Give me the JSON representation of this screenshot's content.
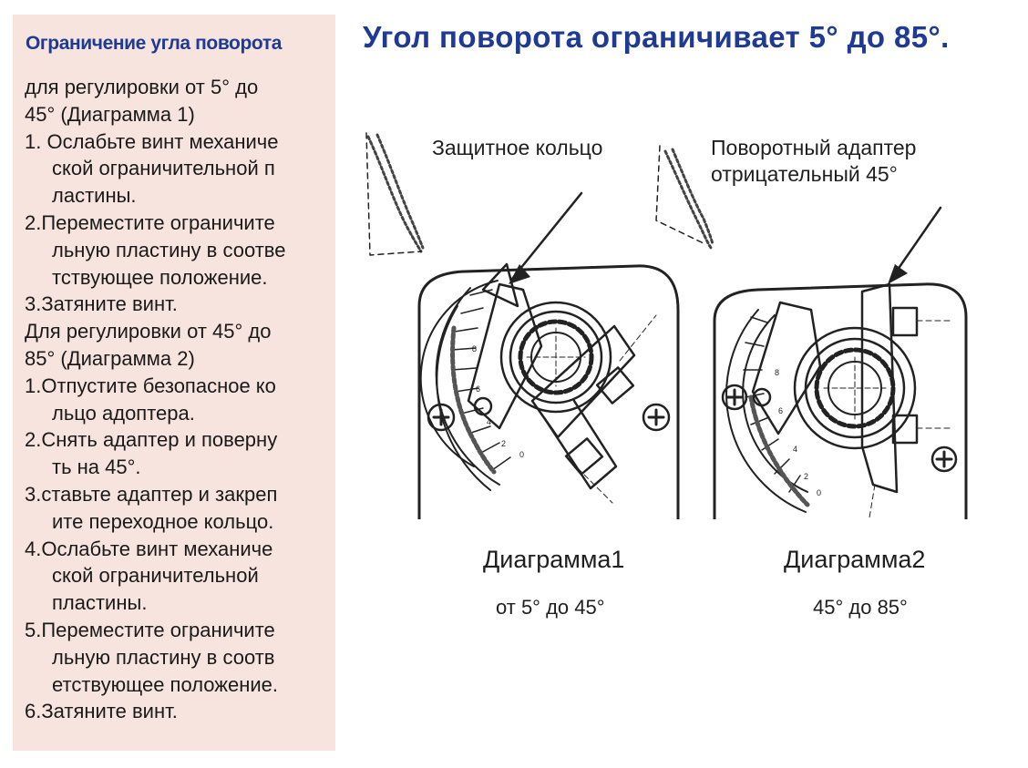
{
  "colors": {
    "title": "#1f3a93",
    "panel_bg": "#f7e4df",
    "text": "#1a1a1a"
  },
  "main_title": "Угол поворота ограничивает 5° до 85°.",
  "panel": {
    "title": "Ограничение угла поворота",
    "lines": [
      {
        "text": "для регулировки от 5° до",
        "indent": false
      },
      {
        "text": "45°  (Диаграмма 1)",
        "indent": false
      },
      {
        "text": "1. Ослабьте винт механиче",
        "indent": false
      },
      {
        "text": "ской ограничительной п",
        "indent": true
      },
      {
        "text": "ластины.",
        "indent": true
      },
      {
        "text": "2.Переместите ограничите",
        "indent": false
      },
      {
        "text": "льную пластину в соотве",
        "indent": true
      },
      {
        "text": "тствующее положение.",
        "indent": true
      },
      {
        "text": "3.Затяните винт.",
        "indent": false
      },
      {
        "text": "Для регулировки от 45° до",
        "indent": false
      },
      {
        "text": " 85°  (Диаграмма 2)",
        "indent": false
      },
      {
        "text": "1.Отпустите безопасное ко",
        "indent": false
      },
      {
        "text": "льцо адоптера.",
        "indent": true
      },
      {
        "text": "2.Снять адаптер и поверну",
        "indent": false
      },
      {
        "text": "ть на 45°.",
        "indent": true
      },
      {
        "text": "3.ставьте адаптер и закреп",
        "indent": false
      },
      {
        "text": "ите переходное кольцо.",
        "indent": true
      },
      {
        "text": "4.Ослабьте винт механиче",
        "indent": false
      },
      {
        "text": "ской ограничительной",
        "indent": true
      },
      {
        "text": "пластины.",
        "indent": true
      },
      {
        "text": "5.Переместите ограничите",
        "indent": false
      },
      {
        "text": "льную пластину в соотв",
        "indent": true
      },
      {
        "text": "етствующее положение.",
        "indent": true
      },
      {
        "text": "6.Затяните винт.",
        "indent": false
      }
    ]
  },
  "diagram1": {
    "callout": "Защитное кольцо",
    "caption": "Диаграмма1",
    "range": "от 5° до 45°",
    "scale": [
      "8",
      "6",
      "4",
      "2",
      "0"
    ]
  },
  "diagram2": {
    "callout_line1": "Поворотный адаптер",
    "callout_line2": "отрицательный 45°",
    "caption": "Диаграмма2",
    "range": "45° до 85°",
    "scale": [
      "8",
      "6",
      "4",
      "2",
      "0"
    ]
  }
}
